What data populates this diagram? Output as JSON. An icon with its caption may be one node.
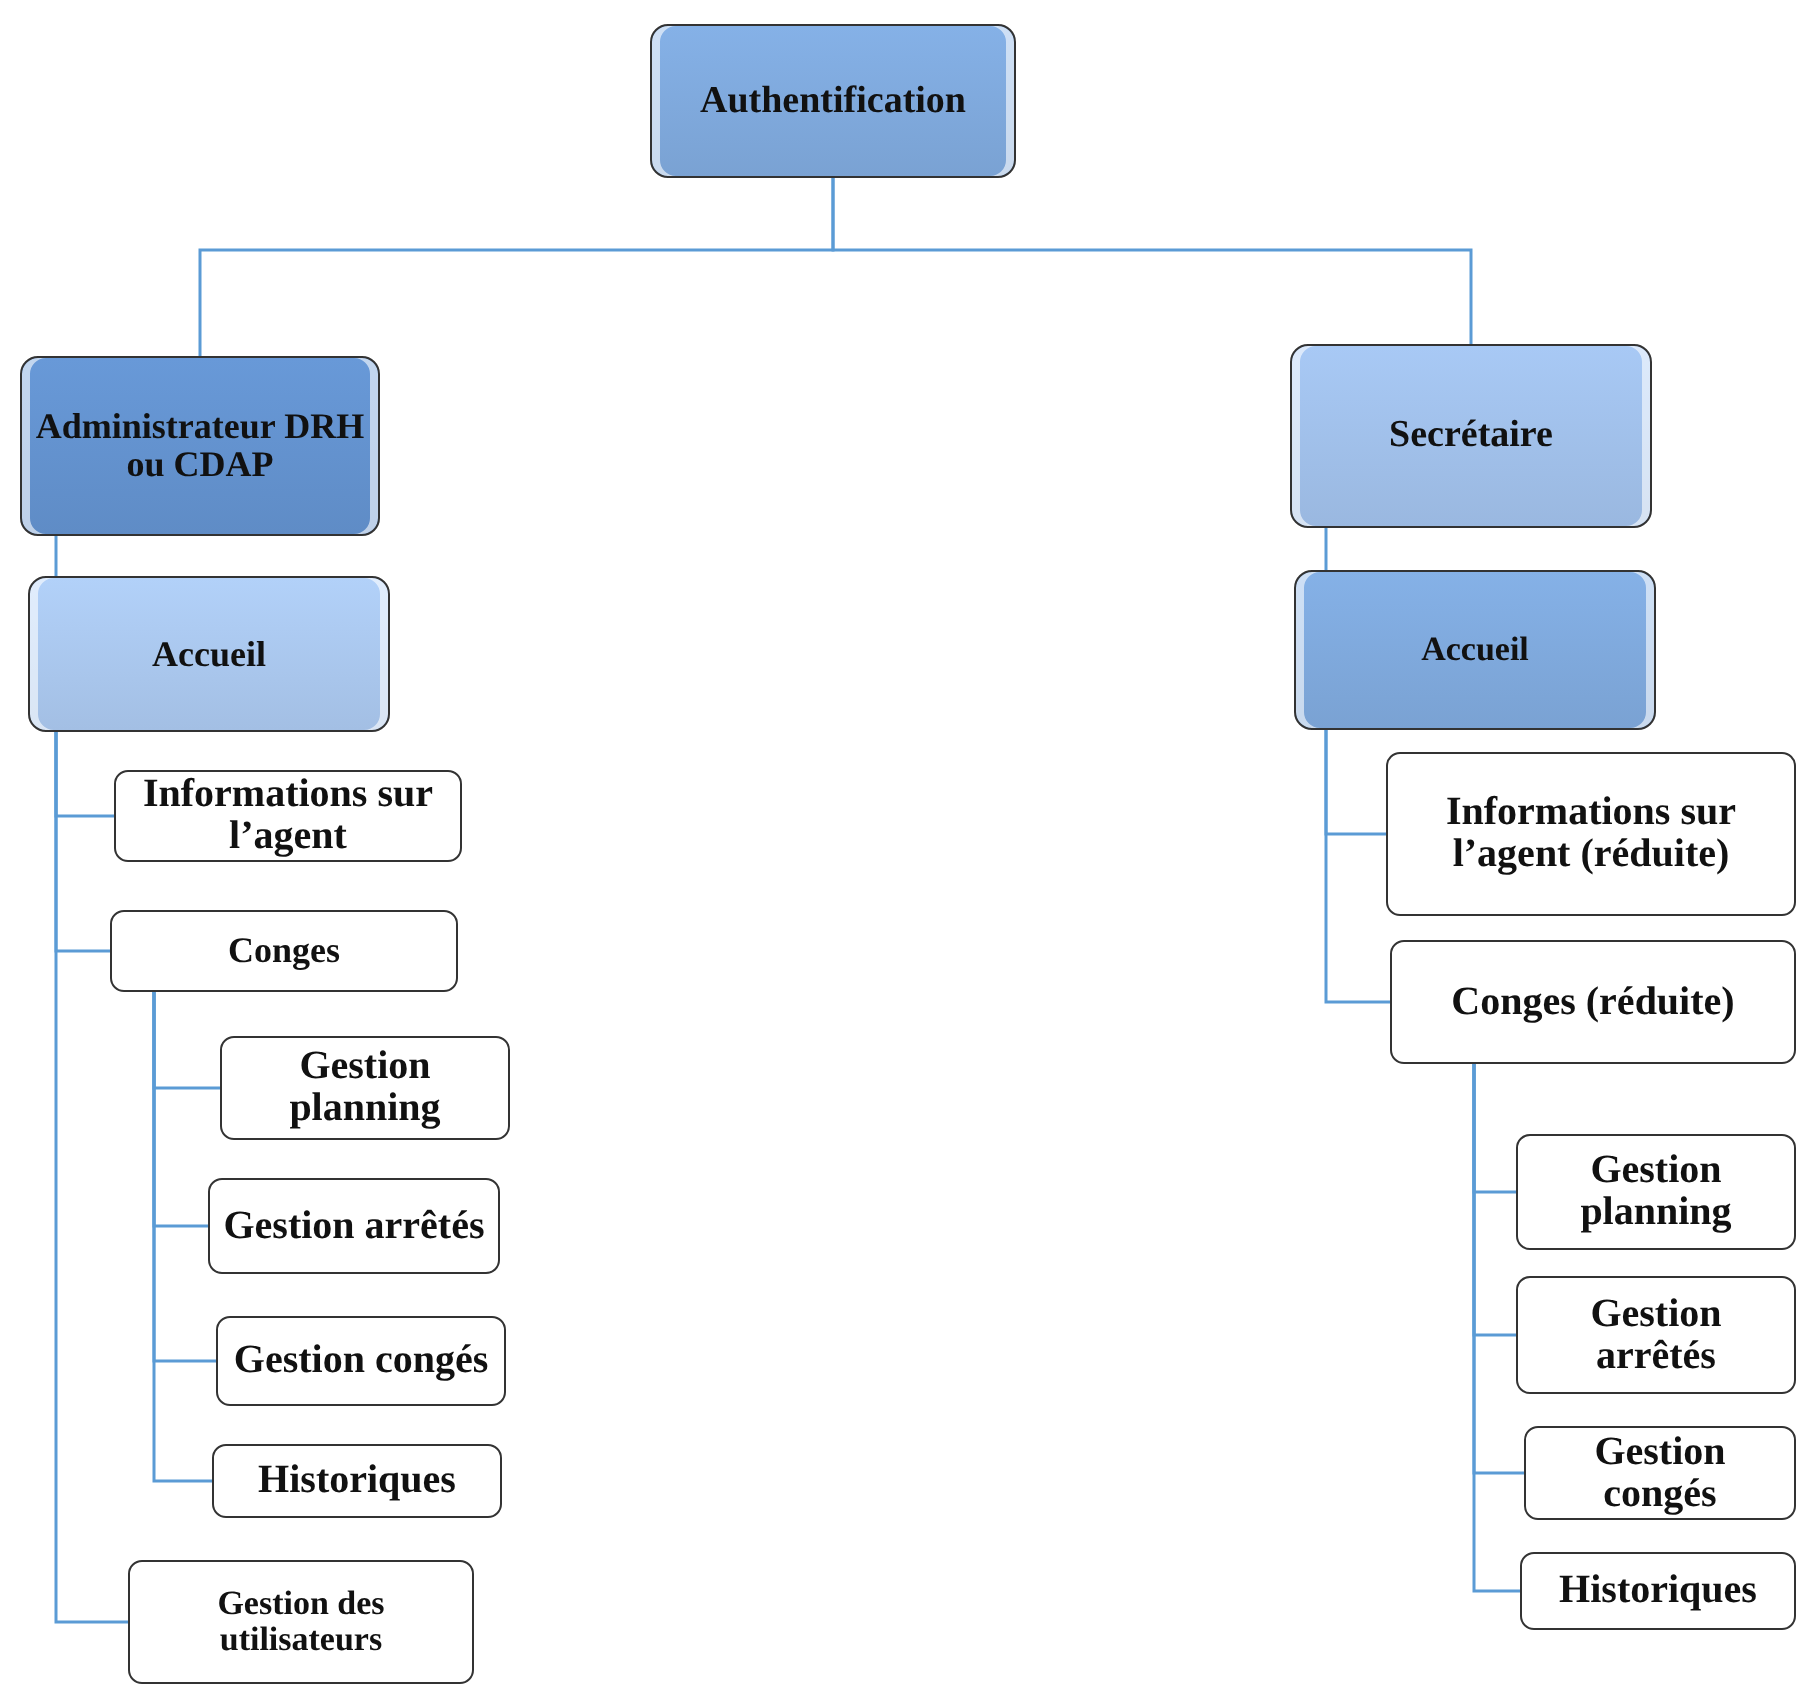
{
  "diagram": {
    "nodes": [
      {
        "text": [
          "Authentification"
        ]
      },
      {
        "text": [
          "Administrateur DRH ou CDAP"
        ]
      },
      {
        "text": [
          "Accueil"
        ]
      },
      {
        "text": [
          "Informations sur l’agent"
        ]
      },
      {
        "text": [
          "Conges"
        ]
      },
      {
        "text": [
          "Gestion planning"
        ]
      },
      {
        "text": [
          "Gestion arrêtés"
        ]
      },
      {
        "text": [
          "Gestion congés"
        ]
      },
      {
        "text": [
          "Historiques"
        ]
      },
      {
        "text": [
          "Gestion des utilisateurs"
        ]
      },
      {
        "text": [
          "Secrétaire"
        ]
      },
      {
        "text": [
          "Accueil"
        ]
      },
      {
        "text": [
          "Informations sur l’agent (réduite)"
        ]
      },
      {
        "text": [
          "Conges (réduite)"
        ]
      },
      {
        "text": [
          "Gestion planning"
        ]
      },
      {
        "text": [
          "Gestion arrêtés"
        ]
      },
      {
        "text": [
          "Gestion congés"
        ]
      },
      {
        "text": [
          "Historiques"
        ]
      }
    ],
    "edges": [
      {
        "from": 0,
        "to": 1,
        "arrow": "none"
      },
      {
        "from": 0,
        "to": 10,
        "arrow": "none"
      },
      {
        "from": 1,
        "to": 2,
        "arrow": "none"
      },
      {
        "from": 2,
        "to": 3,
        "arrow": "none"
      },
      {
        "from": 2,
        "to": 4,
        "arrow": "none"
      },
      {
        "from": 4,
        "to": 5,
        "arrow": "none"
      },
      {
        "from": 4,
        "to": 6,
        "arrow": "none"
      },
      {
        "from": 4,
        "to": 7,
        "arrow": "none"
      },
      {
        "from": 4,
        "to": 8,
        "arrow": "none"
      },
      {
        "from": 2,
        "to": 9,
        "arrow": "none"
      },
      {
        "from": 10,
        "to": 11,
        "arrow": "none"
      },
      {
        "from": 11,
        "to": 12,
        "arrow": "none"
      },
      {
        "from": 11,
        "to": 13,
        "arrow": "none"
      },
      {
        "from": 13,
        "to": 14,
        "arrow": "none"
      },
      {
        "from": 13,
        "to": 15,
        "arrow": "none"
      },
      {
        "from": 13,
        "to": 16,
        "arrow": "none"
      },
      {
        "from": 13,
        "to": 17,
        "arrow": "none"
      }
    ]
  }
}
